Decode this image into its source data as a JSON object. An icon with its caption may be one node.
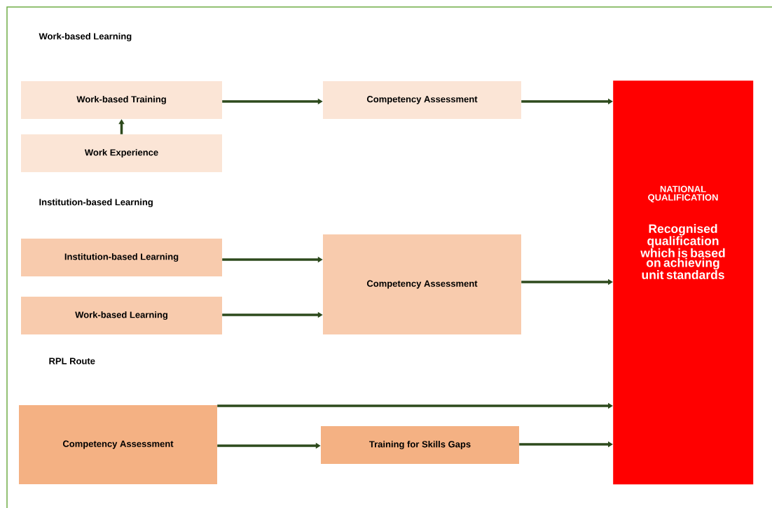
{
  "diagram": {
    "nodes": [
      {
        "text": [
          "Work-based Training"
        ]
      },
      {
        "text": [
          "Competency Assessment"
        ]
      },
      {
        "text": [
          "Work Experience"
        ]
      },
      {
        "text": [
          "Institution-based Learning"
        ]
      },
      {
        "text": [
          "Work-based Learning"
        ]
      },
      {
        "text": [
          "Competency Assessment"
        ]
      },
      {
        "text": [
          "Competency Assessment"
        ]
      },
      {
        "text": [
          "Training for Skills Gaps"
        ]
      },
      {
        "text": [
          "NATIONAL QUALIFICATION",
          "Recognised qualification which is based on achieving unit standards"
        ]
      }
    ],
    "edges": [
      {
        "from": 0,
        "to": 1,
        "arrow": "to"
      },
      {
        "from": 2,
        "to": 0,
        "arrow": "to"
      },
      {
        "from": 1,
        "to": 8,
        "arrow": "to"
      },
      {
        "from": 3,
        "to": 5,
        "arrow": "to"
      },
      {
        "from": 4,
        "to": 5,
        "arrow": "to"
      },
      {
        "from": 5,
        "to": 8,
        "arrow": "to"
      },
      {
        "from": 6,
        "to": 8,
        "arrow": "to"
      },
      {
        "from": 6,
        "to": 7,
        "arrow": "to"
      },
      {
        "from": 7,
        "to": 8,
        "arrow": "to"
      }
    ],
    "labels": [
      "Work-based Learning",
      "Institution-based Learning",
      "RPL Route"
    ]
  }
}
